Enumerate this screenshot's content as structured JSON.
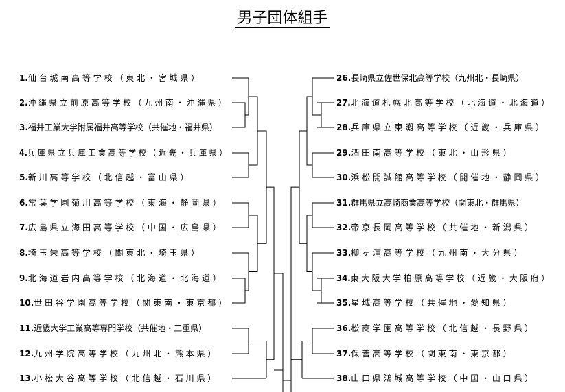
{
  "title": "男子団体組手",
  "left_teams": [
    {
      "num": "1.",
      "name": "仙 台 城 南 高 等 学 校 （ 東 北 ・ 宮 城 県 ）"
    },
    {
      "num": "2.",
      "name": "沖 縄 県 立 前 原 高 等 学 校 （ 九 州 南 ・ 沖 縄 県 ）"
    },
    {
      "num": "3.",
      "name": "福井工業大学附属福井高等学校（共催地・福井県）"
    },
    {
      "num": "4.",
      "name": "兵 庫 県 立 兵 庫 工 業 高 等 学 校 （ 近 畿 ・ 兵 庫 県 ）"
    },
    {
      "num": "5.",
      "name": "新 川 高 等 学 校 （ 北 信 越 ・ 富 山 県 ）"
    },
    {
      "num": "6.",
      "name": "常 葉 学 園 菊 川 高 等 学 校 （ 東 海 ・ 静 岡 県 ）"
    },
    {
      "num": "7.",
      "name": "広 島 県 立 海 田 高 等 学 校 （ 中 国 ・ 広 島 県 ）"
    },
    {
      "num": "8.",
      "name": "埼 玉 栄 高 等 学 校 （ 関 東 北 ・ 埼 玉 県 ）"
    },
    {
      "num": "9.",
      "name": "北 海 道 岩 内 高 等 学 校 （ 北 海 道 ・ 北 海 道 ）"
    },
    {
      "num": "10.",
      "name": "世 田 谷 学 園 高 等 学 校 （ 関 東 南 ・ 東 京 都 ）"
    },
    {
      "num": "11.",
      "name": "近畿大学工業高等専門学校（共催地・三重県）"
    },
    {
      "num": "12.",
      "name": "九 州 学 院 高 等 学 校 （ 九 州 北 ・ 熊 本 県 ）"
    },
    {
      "num": "13.",
      "name": "小 松 大 谷 高 等 学 校 （ 北 信 越 ・ 石 川 県 ）"
    }
  ],
  "right_teams": [
    {
      "num": "26.",
      "name": "長崎県立佐世保北高等学校（九州北・長崎県）"
    },
    {
      "num": "27.",
      "name": "北 海 道 札 幌 北 高 等 学 校 （ 北 海 道 ・ 北 海 道 ）"
    },
    {
      "num": "28.",
      "name": "兵 庫 県 立 東 灘 高 等 学 校 （ 近 畿 ・ 兵 庫 県 ）"
    },
    {
      "num": "29.",
      "name": "酒 田 南 高 等 学 校 （ 東 北 ・ 山 形 県 ）"
    },
    {
      "num": "30.",
      "name": "浜 松 開 誠 館 高 等 学 校 （ 開 催 地 ・ 静 岡 県 ）"
    },
    {
      "num": "31.",
      "name": "群馬県立高崎商業高等学校（関東北・群馬県）"
    },
    {
      "num": "32.",
      "name": "帝 京 長 岡 高 等 学 校 （ 共 催 地 ・ 新 潟 県 ）"
    },
    {
      "num": "33.",
      "name": "柳 ヶ 浦 高 等 学 校 （ 九 州 南 ・ 大 分 県 ）"
    },
    {
      "num": "34.",
      "name": "東 大 阪 大 学 柏 原 高 等 学 校 （ 近 畿 ・ 大 阪 府 ）"
    },
    {
      "num": "35.",
      "name": "星 城 高 等 学 校 （ 共 催 地 ・ 愛 知 県 ）"
    },
    {
      "num": "36.",
      "name": "松 商 学 園 高 等 学 校 （ 北 信 越 ・ 長 野 県 ）"
    },
    {
      "num": "37.",
      "name": "保 善 高 等 学 校 （ 関 東 南 ・ 東 京 都 ）"
    },
    {
      "num": "38.",
      "name": "山 口 県 鴻 城 高 等 学 校 （ 中 国 ・ 山 口 県 ）"
    }
  ]
}
